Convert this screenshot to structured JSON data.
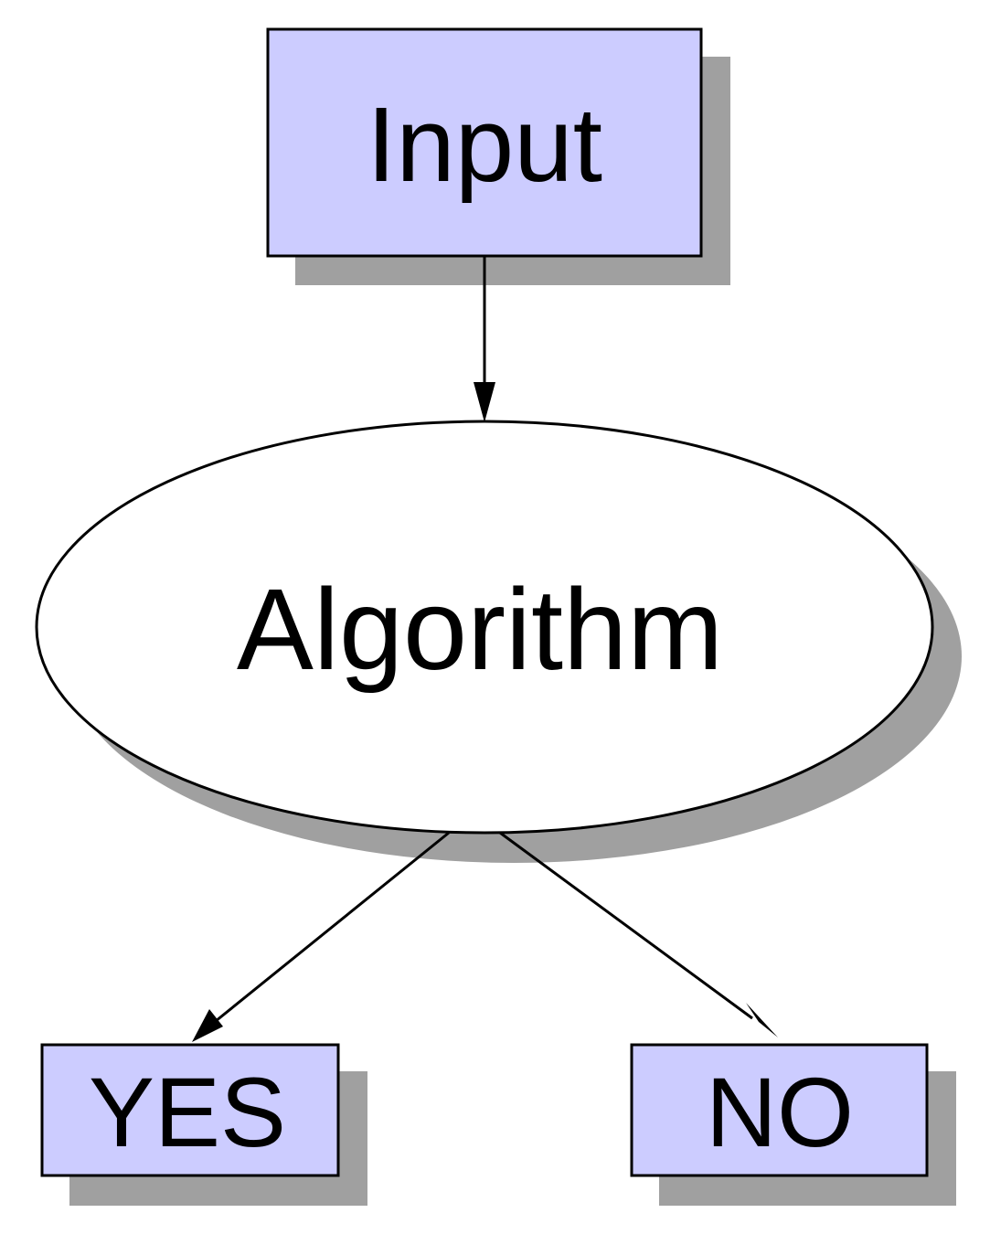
{
  "diagram": {
    "colors": {
      "box_fill": "#ccccff",
      "ellipse_fill": "#ffffff",
      "shadow": "#a0a0a0",
      "stroke": "#000000"
    },
    "nodes": {
      "input": {
        "label": "Input",
        "shape": "rectangle"
      },
      "algorithm": {
        "label": "Algorithm",
        "shape": "ellipse"
      },
      "yes": {
        "label": "YES",
        "shape": "rectangle"
      },
      "no": {
        "label": "NO",
        "shape": "rectangle"
      }
    },
    "edges": [
      {
        "from": "input",
        "to": "algorithm"
      },
      {
        "from": "algorithm",
        "to": "yes"
      },
      {
        "from": "algorithm",
        "to": "no"
      }
    ]
  }
}
